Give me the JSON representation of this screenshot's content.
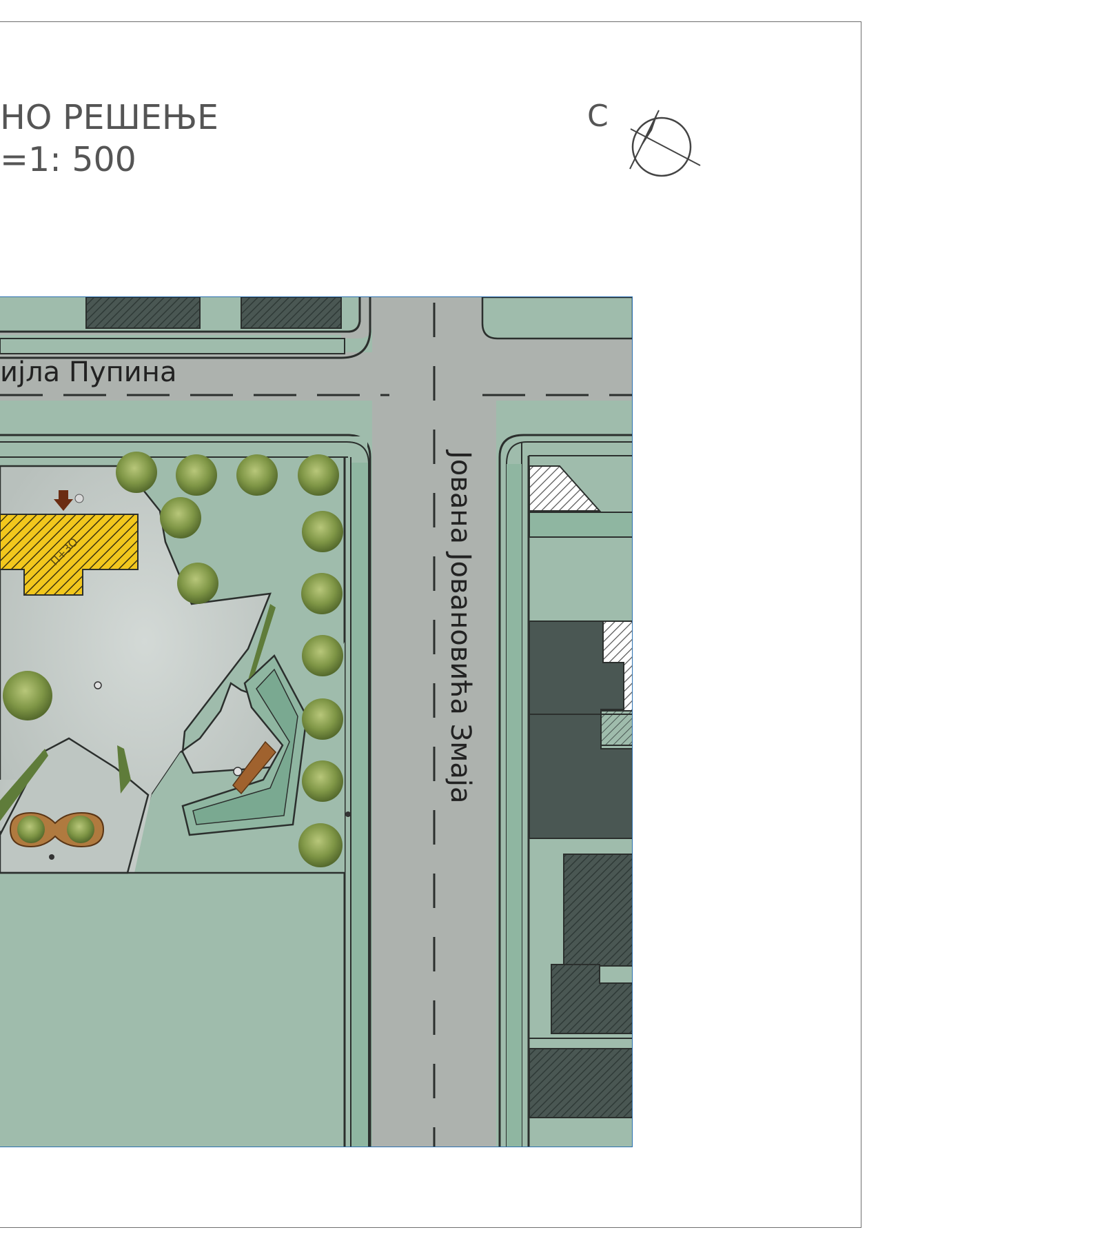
{
  "title": {
    "line1": "НО РЕШЕЊЕ",
    "line2": "=1: 500"
  },
  "north_arrow": {
    "label": "С"
  },
  "streets": {
    "horizontal": "ијла Пупина",
    "vertical": "Јована Јовановића Змаја"
  },
  "building": {
    "label": "П+3О"
  },
  "colors": {
    "grass": "#9fbcac",
    "road": "#adb2ae",
    "plaza": "#c5ccc8",
    "building_dark": "#4a5753",
    "building_yellow": "#f2c71d",
    "green_strip": "#8fb6a1",
    "plan_border": "#2a6fb0"
  }
}
